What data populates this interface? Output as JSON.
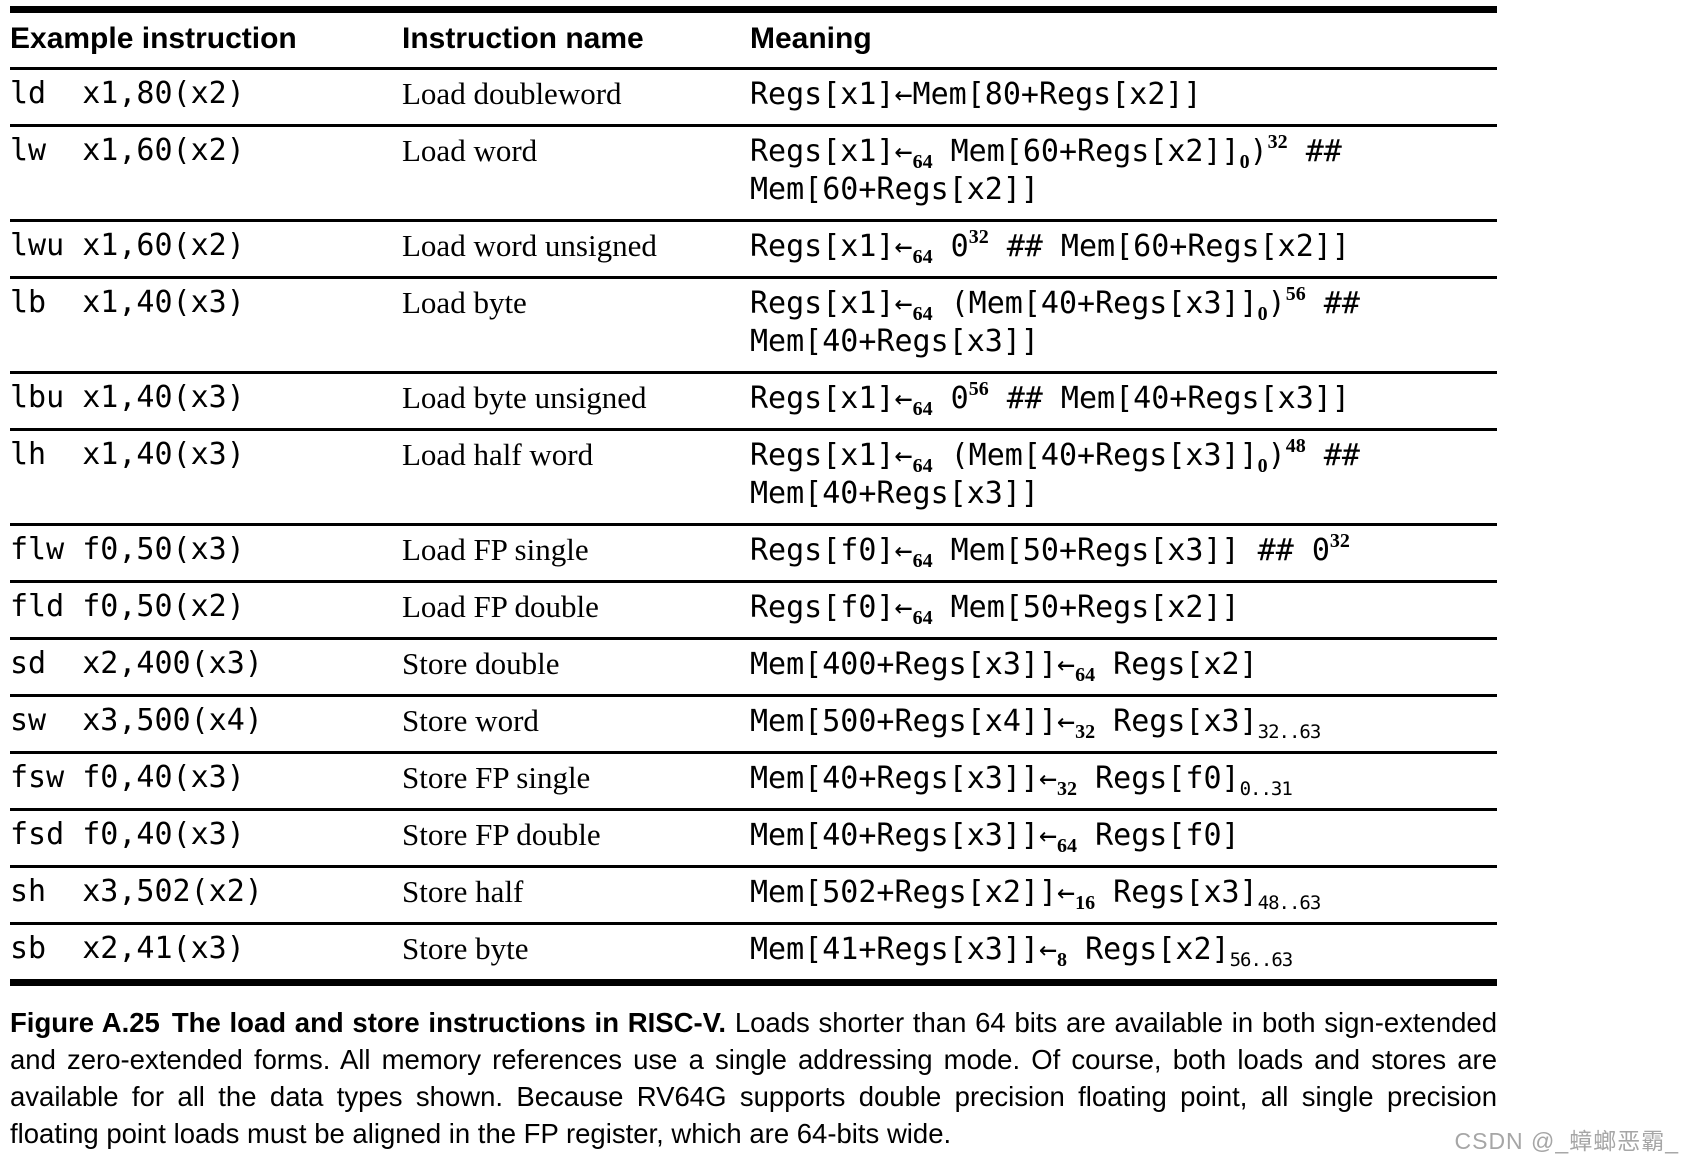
{
  "table": {
    "headers": [
      "Example instruction",
      "Instruction name",
      "Meaning"
    ],
    "rows": [
      {
        "instr": "ld  x1,80(x2)",
        "name": "Load doubleword",
        "meaning": [
          {
            "t": "Regs[x1]←Mem[80+Regs[x2]]"
          }
        ]
      },
      {
        "instr": "lw  x1,60(x2)",
        "name": "Load word",
        "meaning": [
          {
            "t": "Regs[x1]←"
          },
          {
            "sub": "64"
          },
          {
            "t": " Mem[60+Regs[x2]]"
          },
          {
            "sub": "0"
          },
          {
            "t": ")"
          },
          {
            "sup": "32"
          },
          {
            "t": " ## "
          },
          {
            "br": true
          },
          {
            "t": "Mem[60+Regs[x2]]"
          }
        ]
      },
      {
        "instr": "lwu x1,60(x2)",
        "name": "Load word unsigned",
        "meaning": [
          {
            "t": "Regs[x1]←"
          },
          {
            "sub": "64"
          },
          {
            "t": " 0"
          },
          {
            "sup": "32"
          },
          {
            "t": " ## Mem[60+Regs[x2]]"
          }
        ]
      },
      {
        "instr": "lb  x1,40(x3)",
        "name": "Load byte",
        "meaning": [
          {
            "t": "Regs[x1]←"
          },
          {
            "sub": "64"
          },
          {
            "t": " (Mem[40+Regs[x3]]"
          },
          {
            "sub": "0"
          },
          {
            "t": ")"
          },
          {
            "sup": "56"
          },
          {
            "t": " ## "
          },
          {
            "br": true
          },
          {
            "t": "Mem[40+Regs[x3]]"
          }
        ]
      },
      {
        "instr": "lbu x1,40(x3)",
        "name": "Load byte unsigned",
        "meaning": [
          {
            "t": "Regs[x1]←"
          },
          {
            "sub": "64"
          },
          {
            "t": " 0"
          },
          {
            "sup": "56"
          },
          {
            "t": " ## Mem[40+Regs[x3]]"
          }
        ]
      },
      {
        "instr": "lh  x1,40(x3)",
        "name": "Load half word",
        "meaning": [
          {
            "t": "Regs[x1]←"
          },
          {
            "sub": "64"
          },
          {
            "t": " (Mem[40+Regs[x3]]"
          },
          {
            "sub": "0"
          },
          {
            "t": ")"
          },
          {
            "sup": "48"
          },
          {
            "t": " ## "
          },
          {
            "br": true
          },
          {
            "t": "Mem[40+Regs[x3]]"
          }
        ]
      },
      {
        "instr": "flw f0,50(x3)",
        "name": "Load FP single",
        "meaning": [
          {
            "t": "Regs[f0]←"
          },
          {
            "sub": "64"
          },
          {
            "t": " Mem[50+Regs[x3]] ## 0"
          },
          {
            "sup": "32"
          }
        ]
      },
      {
        "instr": "fld f0,50(x2)",
        "name": "Load FP double",
        "meaning": [
          {
            "t": "Regs[f0]←"
          },
          {
            "sub": "64"
          },
          {
            "t": " Mem[50+Regs[x2]]"
          }
        ]
      },
      {
        "instr": "sd  x2,400(x3)",
        "name": "Store double",
        "meaning": [
          {
            "t": "Mem[400+Regs[x3]]←"
          },
          {
            "sub": "64"
          },
          {
            "t": " Regs[x2]"
          }
        ]
      },
      {
        "instr": "sw  x3,500(x4)",
        "name": "Store word",
        "meaning": [
          {
            "t": "Mem[500+Regs[x4]]←"
          },
          {
            "sub": "32"
          },
          {
            "t": " Regs[x3]"
          },
          {
            "sub": "32..63",
            "range": true
          }
        ]
      },
      {
        "instr": "fsw f0,40(x3)",
        "name": "Store FP single",
        "meaning": [
          {
            "t": "Mem[40+Regs[x3]]←"
          },
          {
            "sub": "32"
          },
          {
            "t": " Regs[f0]"
          },
          {
            "sub": "0..31",
            "range": true
          }
        ]
      },
      {
        "instr": "fsd f0,40(x3)",
        "name": "Store FP double",
        "meaning": [
          {
            "t": "Mem[40+Regs[x3]]←"
          },
          {
            "sub": "64"
          },
          {
            "t": " Regs[f0]"
          }
        ]
      },
      {
        "instr": "sh  x3,502(x2)",
        "name": "Store half",
        "meaning": [
          {
            "t": "Mem[502+Regs[x2]]←"
          },
          {
            "sub": "16"
          },
          {
            "t": " Regs[x3]"
          },
          {
            "sub": "48..63",
            "range": true
          }
        ]
      },
      {
        "instr": "sb  x2,41(x3)",
        "name": "Store byte",
        "meaning": [
          {
            "t": "Mem[41+Regs[x3]]←"
          },
          {
            "sub": "8"
          },
          {
            "t": " Regs[x2]"
          },
          {
            "sub": "56..63",
            "range": true
          }
        ]
      }
    ]
  },
  "caption": {
    "label": "Figure A.25",
    "lead": "The load and store instructions in RISC-V.",
    "body": "Loads shorter than 64 bits are available in both sign-extended and zero-extended forms. All memory references use a single addressing mode. Of course, both loads and stores are available for all the data types shown. Because RV64G supports double precision floating point, all single precision floating point loads must be aligned in the FP register, which are 64-bits wide."
  },
  "watermark": "CSDN @_蟑螂恶霸_",
  "colors": {
    "text": "#000000",
    "rule": "#000000",
    "background": "#ffffff",
    "watermark": "#a6a6a6"
  }
}
